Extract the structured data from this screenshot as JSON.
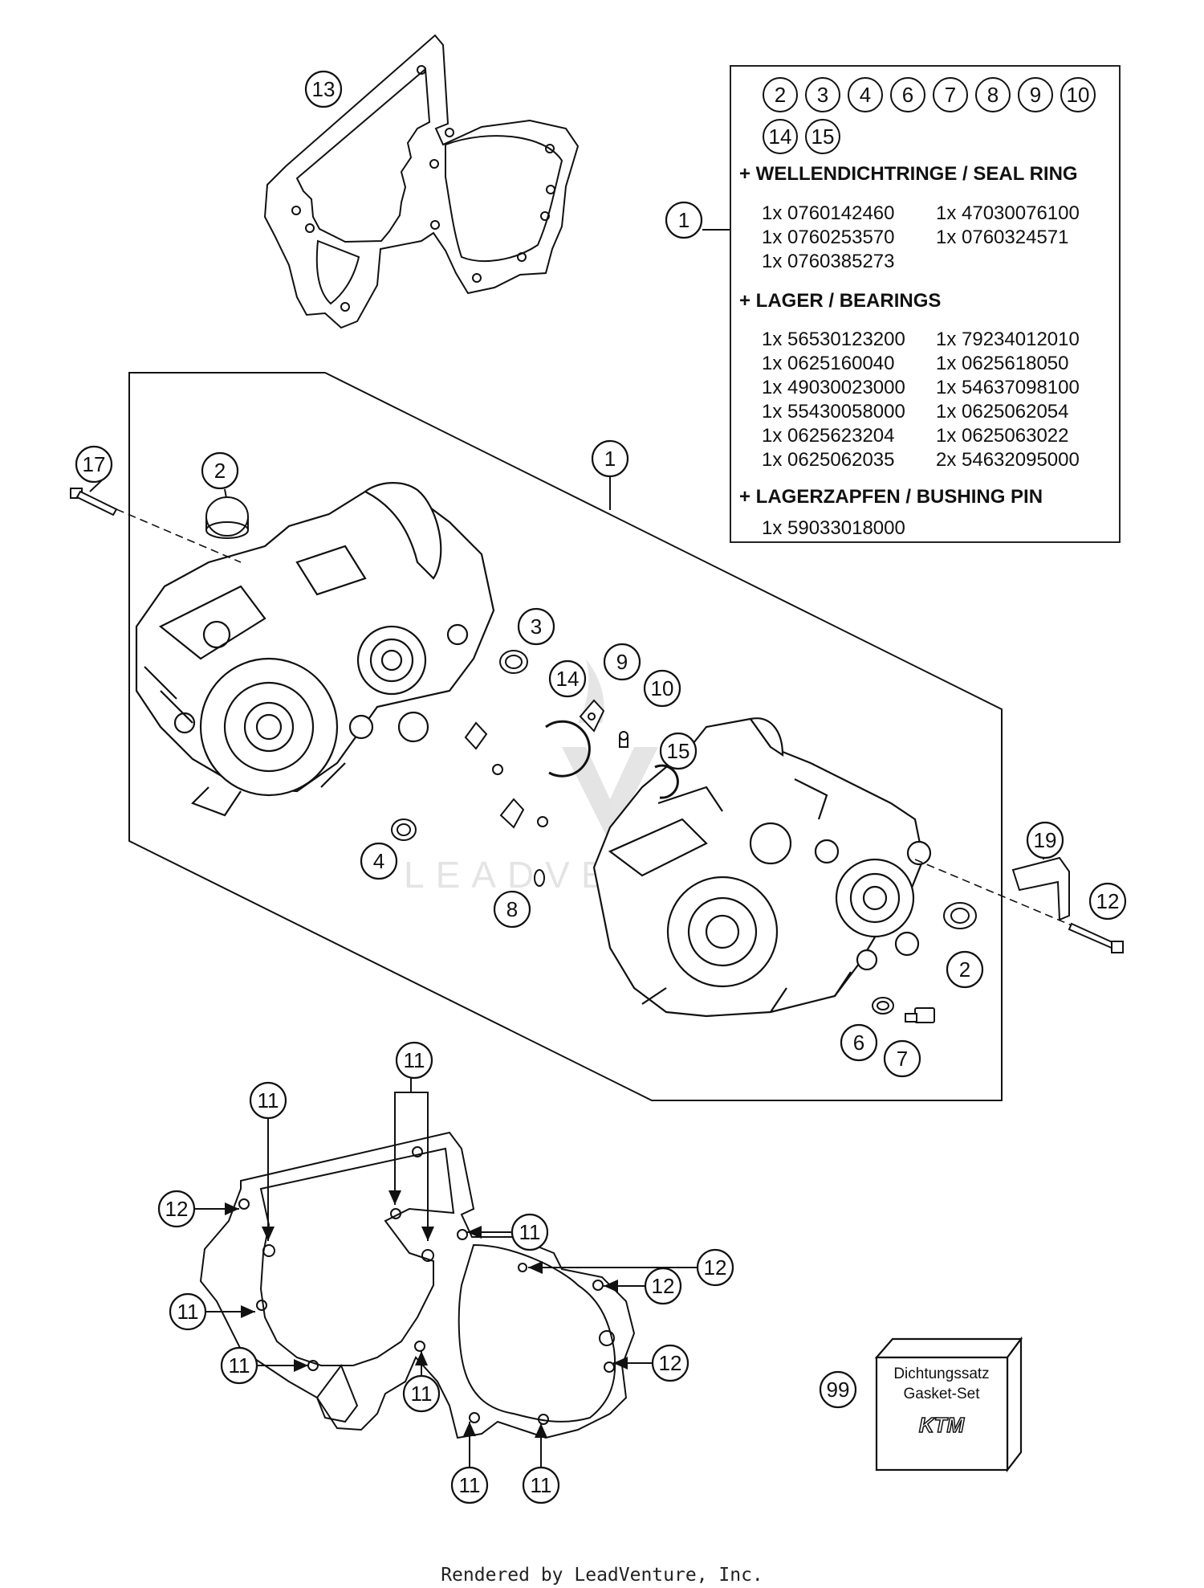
{
  "labels": {
    "l1": "1",
    "l2": "2",
    "l3": "3",
    "l4": "4",
    "l6": "6",
    "l7": "7",
    "l8": "8",
    "l9": "9",
    "l10": "10",
    "l11": "11",
    "l12": "12",
    "l13": "13",
    "l14": "14",
    "l15": "15",
    "l17": "17",
    "l19": "19",
    "l99": "99"
  },
  "panel": {
    "ref_numbers": [
      "2",
      "3",
      "4",
      "6",
      "7",
      "8",
      "9",
      "10",
      "14",
      "15"
    ],
    "seal_header": "+ WELLENDICHTRINGE / SEAL RING",
    "seal_rows": [
      [
        "1x 0760142460",
        "1x 47030076100"
      ],
      [
        "1x 0760253570",
        "1x 0760324571"
      ],
      [
        "1x 0760385273",
        ""
      ]
    ],
    "bearing_header": "+ LAGER / BEARINGS",
    "bearing_rows": [
      [
        "1x 56530123200",
        "1x 79234012010"
      ],
      [
        "1x 0625160040",
        "1x 0625618050"
      ],
      [
        "1x 49030023000",
        "1x 54637098100"
      ],
      [
        "1x 55430058000",
        "1x 0625062054"
      ],
      [
        "1x 0625623204",
        "1x 0625063022"
      ],
      [
        "1x 0625062035",
        "2x 54632095000"
      ]
    ],
    "pin_header": "+ LAGERZAPFEN / BUSHING PIN",
    "pin_rows": [
      [
        "1x 59033018000",
        ""
      ]
    ]
  },
  "gasket_set": {
    "line1": "Dichtungssatz",
    "line2": "Gasket-Set",
    "brand": "KTM"
  },
  "watermark": "LEADVENTURE",
  "footer": "Rendered by LeadVenture, Inc."
}
